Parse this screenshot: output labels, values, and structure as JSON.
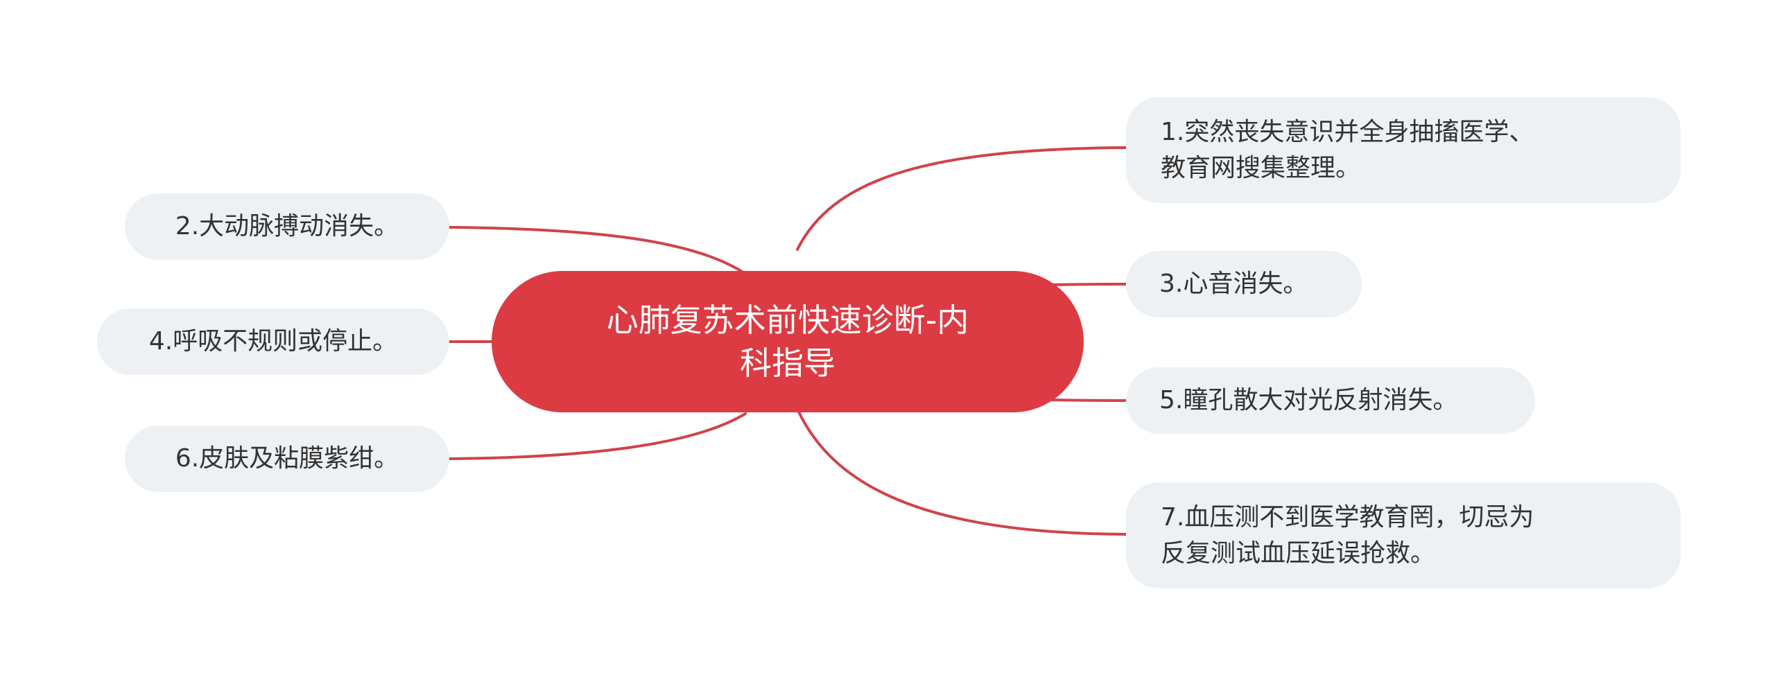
{
  "colors": {
    "root_fill": "#dc3b43",
    "connector": "#d0434b",
    "branch_fill": "#eef1f4",
    "branch_text": "#333333",
    "root_text": "#ffffff"
  },
  "root": {
    "label": "心肺复苏术前快速诊断-内\n科指导"
  },
  "branches": {
    "b1": {
      "label": "1.突然丧失意识并全身抽搐医学、\n教育网搜集整理。"
    },
    "b2": {
      "label": "2.大动脉搏动消失。"
    },
    "b3": {
      "label": "3.心音消失。"
    },
    "b4": {
      "label": "4.呼吸不规则或停止。"
    },
    "b5": {
      "label": "5.瞳孔散大对光反射消失。"
    },
    "b6": {
      "label": "6.皮肤及粘膜紫绀。"
    },
    "b7": {
      "label": "7.血压测不到医学教育罔，切忌为\n反复测试血压延误抢救。"
    }
  }
}
